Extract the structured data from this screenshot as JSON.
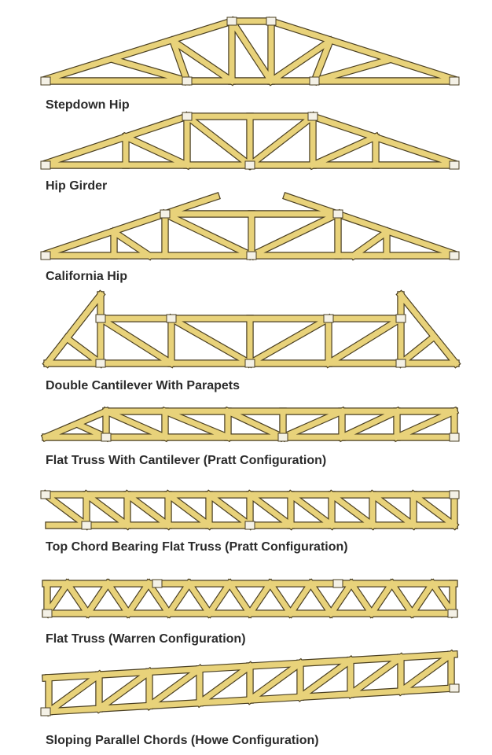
{
  "trusses": [
    {
      "label": "Stepdown Hip"
    },
    {
      "label": "Hip Girder"
    },
    {
      "label": "California Hip"
    },
    {
      "label": "Double Cantilever With Parapets"
    },
    {
      "label": "Flat Truss With Cantilever (Pratt Configuration)"
    },
    {
      "label": "Top Chord Bearing Flat Truss (Pratt Configuration)"
    },
    {
      "label": "Flat Truss (Warren Configuration)"
    },
    {
      "label": "Sloping Parallel Chords (Howe Configuration)"
    }
  ],
  "colors": {
    "timber": "#E8D27A",
    "outline": "#4a3f22",
    "plate": "#F4F1E6"
  }
}
